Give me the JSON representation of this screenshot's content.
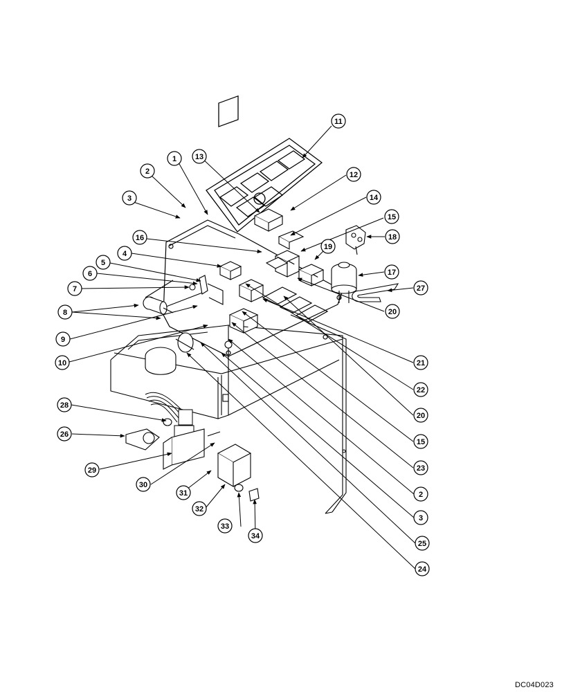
{
  "drawing_code": "DC04D023",
  "callouts": [
    {
      "id": "c1",
      "label": "1"
    },
    {
      "id": "c2a",
      "label": "2"
    },
    {
      "id": "c3a",
      "label": "3"
    },
    {
      "id": "c4",
      "label": "4"
    },
    {
      "id": "c5",
      "label": "5"
    },
    {
      "id": "c6",
      "label": "6"
    },
    {
      "id": "c7",
      "label": "7"
    },
    {
      "id": "c8",
      "label": "8"
    },
    {
      "id": "c9",
      "label": "9"
    },
    {
      "id": "c10",
      "label": "10"
    },
    {
      "id": "c11",
      "label": "11"
    },
    {
      "id": "c12",
      "label": "12"
    },
    {
      "id": "c13",
      "label": "13"
    },
    {
      "id": "c14",
      "label": "14"
    },
    {
      "id": "c15a",
      "label": "15"
    },
    {
      "id": "c16",
      "label": "16"
    },
    {
      "id": "c17",
      "label": "17"
    },
    {
      "id": "c18",
      "label": "18"
    },
    {
      "id": "c19",
      "label": "19"
    },
    {
      "id": "c20a",
      "label": "20"
    },
    {
      "id": "c21",
      "label": "21"
    },
    {
      "id": "c22",
      "label": "22"
    },
    {
      "id": "c20b",
      "label": "20"
    },
    {
      "id": "c15b",
      "label": "15"
    },
    {
      "id": "c23",
      "label": "23"
    },
    {
      "id": "c2b",
      "label": "2"
    },
    {
      "id": "c3b",
      "label": "3"
    },
    {
      "id": "c25",
      "label": "25"
    },
    {
      "id": "c24",
      "label": "24"
    },
    {
      "id": "c27",
      "label": "27"
    },
    {
      "id": "c28",
      "label": "28"
    },
    {
      "id": "c26",
      "label": "26"
    },
    {
      "id": "c29",
      "label": "29"
    },
    {
      "id": "c30",
      "label": "30"
    },
    {
      "id": "c31",
      "label": "31"
    },
    {
      "id": "c32",
      "label": "32"
    },
    {
      "id": "c33",
      "label": "33"
    },
    {
      "id": "c34",
      "label": "34"
    }
  ]
}
